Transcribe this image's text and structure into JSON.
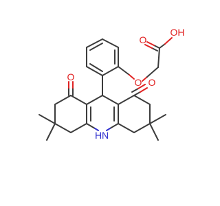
{
  "molecule": {
    "atoms": [
      {
        "id": "o_acid_h",
        "label": "OH",
        "element": "O"
      },
      {
        "id": "o_acid_carbonyl",
        "label": "O",
        "element": "O"
      },
      {
        "id": "o_ether",
        "label": "O",
        "element": "O"
      },
      {
        "id": "o_ketone_left",
        "label": "O",
        "element": "O"
      },
      {
        "id": "o_ketone_right",
        "label": "O",
        "element": "O"
      },
      {
        "id": "n_amine",
        "label": "H",
        "element": "N"
      },
      {
        "id": "n_amine_sub",
        "label": "N",
        "element": "N"
      }
    ]
  },
  "colors": {
    "bond": "#3c3c3c",
    "oxygen": "#e12323",
    "nitrogen": "#2f2fcf",
    "background": "#ffffff"
  }
}
